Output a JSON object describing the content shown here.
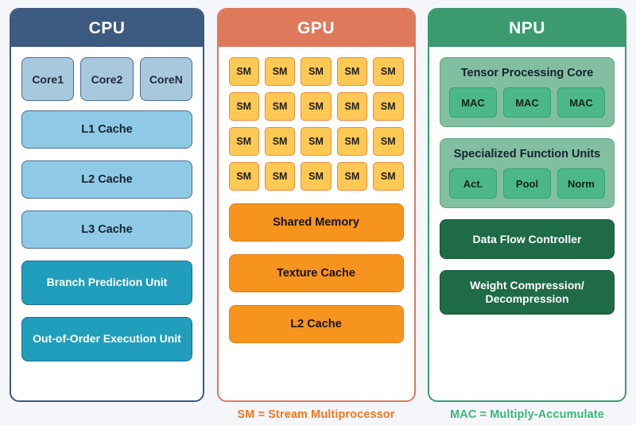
{
  "diagram": {
    "background_color": "#f4f6fa",
    "columns": [
      {
        "id": "cpu",
        "title": "CPU",
        "header_color": "#3d5a80",
        "border_color": "#3d5a80",
        "cores": [
          {
            "label": "Core1"
          },
          {
            "label": "Core2"
          },
          {
            "label": "CoreN"
          }
        ],
        "caches": [
          {
            "label": "L1 Cache"
          },
          {
            "label": "L2 Cache"
          },
          {
            "label": "L3 Cache"
          }
        ],
        "units": [
          {
            "label": "Branch Prediction Unit"
          },
          {
            "label": "Out-of-Order Execution Unit"
          }
        ],
        "caption": ""
      },
      {
        "id": "gpu",
        "title": "GPU",
        "header_color": "#de7a5b",
        "border_color": "#de7a5b",
        "sm_grid": {
          "columns": 5,
          "rows": 4,
          "count": 20,
          "label": "SM"
        },
        "sms": [
          {
            "label": "SM"
          },
          {
            "label": "SM"
          },
          {
            "label": "SM"
          },
          {
            "label": "SM"
          },
          {
            "label": "SM"
          },
          {
            "label": "SM"
          },
          {
            "label": "SM"
          },
          {
            "label": "SM"
          },
          {
            "label": "SM"
          },
          {
            "label": "SM"
          },
          {
            "label": "SM"
          },
          {
            "label": "SM"
          },
          {
            "label": "SM"
          },
          {
            "label": "SM"
          },
          {
            "label": "SM"
          },
          {
            "label": "SM"
          },
          {
            "label": "SM"
          },
          {
            "label": "SM"
          },
          {
            "label": "SM"
          },
          {
            "label": "SM"
          }
        ],
        "memories": [
          {
            "label": "Shared Memory"
          },
          {
            "label": "Texture Cache"
          },
          {
            "label": "L2 Cache"
          }
        ],
        "caption": "SM = Stream Multiprocessor",
        "caption_color": "#f7751e"
      },
      {
        "id": "npu",
        "title": "NPU",
        "header_color": "#3b9a70",
        "border_color": "#3b9a70",
        "groups": [
          {
            "title": "Tensor Processing Core",
            "items": [
              {
                "label": "MAC"
              },
              {
                "label": "MAC"
              },
              {
                "label": "MAC"
              }
            ]
          },
          {
            "title": "Specialized Function Units",
            "items": [
              {
                "label": "Act."
              },
              {
                "label": "Pool"
              },
              {
                "label": "Norm"
              }
            ]
          }
        ],
        "controllers": [
          {
            "label": "Data Flow Controller"
          },
          {
            "label": "Weight Compression/ Decompression"
          }
        ],
        "caption": "MAC = Multiply-Accumulate",
        "caption_color": "#3bb878"
      }
    ]
  }
}
